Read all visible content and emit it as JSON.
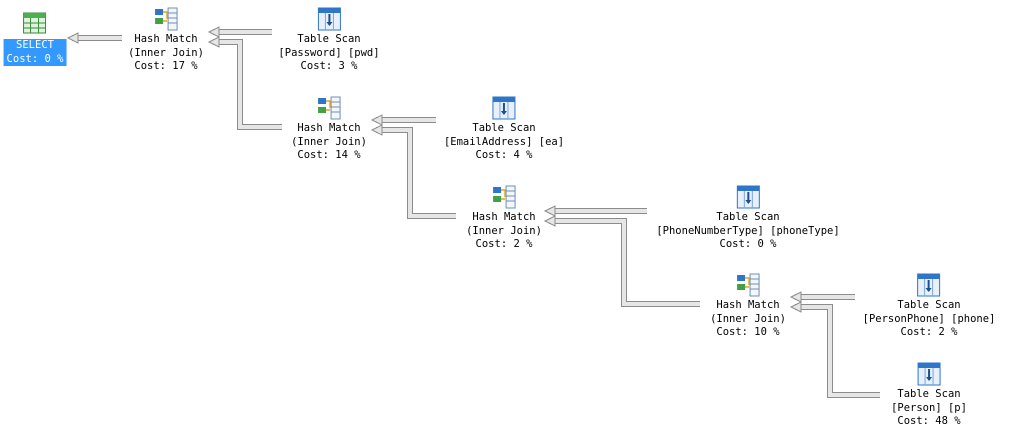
{
  "plan": {
    "nodes": [
      {
        "id": "select",
        "icon": "select-grid-icon",
        "line1": "SELECT",
        "line2": "Cost: 0 %",
        "line3": ""
      },
      {
        "id": "hash1",
        "icon": "hash-match-icon",
        "line1": "Hash Match",
        "line2": "(Inner Join)",
        "line3": "Cost: 17 %"
      },
      {
        "id": "scan_pwd",
        "icon": "table-scan-icon",
        "line1": "Table Scan",
        "line2": "[Password] [pwd]",
        "line3": "Cost: 3 %"
      },
      {
        "id": "hash2",
        "icon": "hash-match-icon",
        "line1": "Hash Match",
        "line2": "(Inner Join)",
        "line3": "Cost: 14 %"
      },
      {
        "id": "scan_ea",
        "icon": "table-scan-icon",
        "line1": "Table Scan",
        "line2": "[EmailAddress] [ea]",
        "line3": "Cost: 4 %"
      },
      {
        "id": "hash3",
        "icon": "hash-match-icon",
        "line1": "Hash Match",
        "line2": "(Inner Join)",
        "line3": "Cost: 2 %"
      },
      {
        "id": "scan_pt",
        "icon": "table-scan-icon",
        "line1": "Table Scan",
        "line2": "[PhoneNumberType] [phoneType]",
        "line3": "Cost: 0 %"
      },
      {
        "id": "hash4",
        "icon": "hash-match-icon",
        "line1": "Hash Match",
        "line2": "(Inner Join)",
        "line3": "Cost: 10 %"
      },
      {
        "id": "scan_phone",
        "icon": "table-scan-icon",
        "line1": "Table Scan",
        "line2": "[PersonPhone] [phone]",
        "line3": "Cost: 2 %"
      },
      {
        "id": "scan_person",
        "icon": "table-scan-icon",
        "line1": "Table Scan",
        "line2": "[Person] [p]",
        "line3": "Cost: 48 %"
      }
    ]
  },
  "colors": {
    "selection": "#3399ff",
    "arrow_fill": "#e6e6e6",
    "arrow_stroke": "#8c8c8c",
    "icon_blue": "#2f76c8"
  }
}
